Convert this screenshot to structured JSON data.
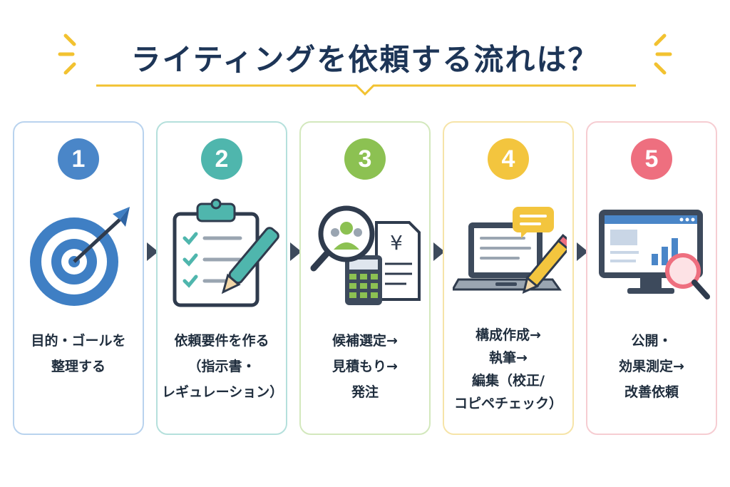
{
  "title": "ライティングを依頼する流れは？",
  "colors": {
    "title": "#1d3557",
    "accent_yellow": "#f2c230",
    "step1": "#4a86c8",
    "step2": "#4fb6ad",
    "step3": "#8cc152",
    "step4": "#f3c53e",
    "step5": "#ee6f7f"
  },
  "steps": [
    {
      "number": "1",
      "icon": "target-arrow-icon",
      "lines": [
        "目的・ゴールを",
        "整理する"
      ]
    },
    {
      "number": "2",
      "icon": "clipboard-checklist-icon",
      "lines": [
        "依頼要件を作る",
        "（指示書・",
        "レギュレーション）"
      ]
    },
    {
      "number": "3",
      "icon": "magnifier-calculator-quote-icon",
      "lines": [
        "候補選定→",
        "見積もり→",
        "発注"
      ]
    },
    {
      "number": "4",
      "icon": "laptop-pencil-icon",
      "lines": [
        "構成作成→",
        "執筆→",
        "編集（校正/",
        "コピペチェック）"
      ]
    },
    {
      "number": "5",
      "icon": "monitor-analytics-icon",
      "lines": [
        "公開・",
        "効果測定→",
        "改善依頼"
      ]
    }
  ]
}
